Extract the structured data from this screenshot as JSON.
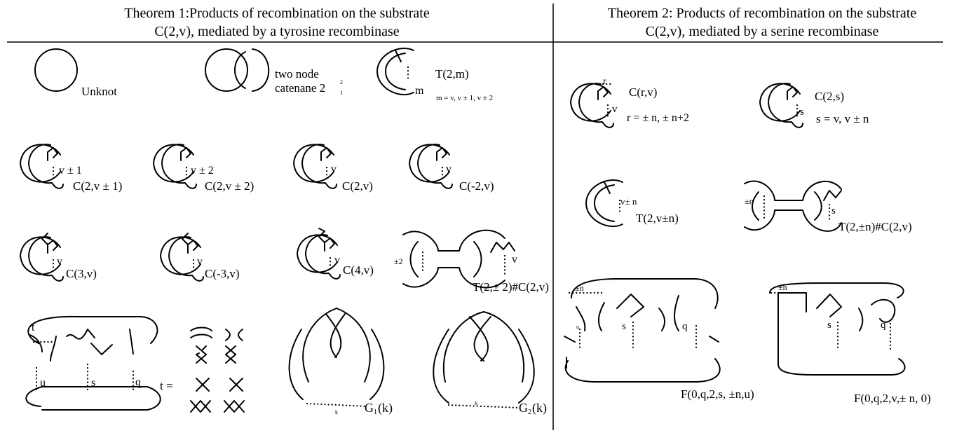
{
  "header": {
    "theorem1_line1": "Theorem 1:Products of recombination on the substrate",
    "theorem1_line2": "C(2,v), mediated by a tyrosine recombinase",
    "theorem2_line1": "Theorem 2: Products of recombination on the substrate",
    "theorem2_line2": "C(2,v), mediated by a serine recombinase"
  },
  "theorem1": {
    "unknot": "Unknot",
    "catenane_a": "two node",
    "catenane_b": "catenane 2",
    "catenane_sup": "2",
    "catenane_sub": "1",
    "t2m": "T(2,m)",
    "t2m_var": "m",
    "t2m_cond": "m = v, v ± 1, v ± 2",
    "c2v1_var": "v ± 1",
    "c2v1": "C(2,v ± 1)",
    "c2v2_var": "v ± 2",
    "c2v2": "C(2,v ± 2)",
    "c2v_var": "v",
    "c2v": "C(2,v)",
    "cm2v_var": "v",
    "cm2v": "C(-2,v)",
    "c3v_var": "v",
    "c3v": "C(3,v)",
    "cm3v_var": "v",
    "cm3v": "C(-3,v)",
    "c4v_var": "v",
    "c4v": "C(4,v)",
    "sum_left": "±2",
    "sum_right": "v",
    "sum_label": "T(2,± 2)#C(2,v)",
    "fam_t": "t",
    "fam_u": "u",
    "fam_s": "s",
    "fam_q": "q",
    "t_eq": "t =",
    "g1_k": "k",
    "g1": "G",
    "g1_sub": "1",
    "g1_k2": "(k)",
    "g2_k": "k",
    "g2": "G",
    "g2_sub": "2",
    "g2_k2": "(k)"
  },
  "theorem2": {
    "crv_r": "r",
    "crv_v": "v",
    "crv": "C(r,v)",
    "crv_cond": "r = ± n,  ± n+2",
    "c2s_var": "s",
    "c2s": "C(2,s)",
    "c2s_cond": "s = v, v ± n",
    "t2vn_var": "v± n",
    "t2vn": "T(2,v±n)",
    "sum_left": "±n",
    "sum_right": "s",
    "sum_label": "T(2,±n)#C(2,v)",
    "f1_n": "±n",
    "f1_u": "u",
    "f1_s": "s",
    "f1_q": "q",
    "f1_label": "F(0,q,2,s, ±n,u)",
    "f2_n": "±n",
    "f2_s": "s",
    "f2_q": "q",
    "f2_label": "F(0,q,2,v,± n, 0)"
  }
}
